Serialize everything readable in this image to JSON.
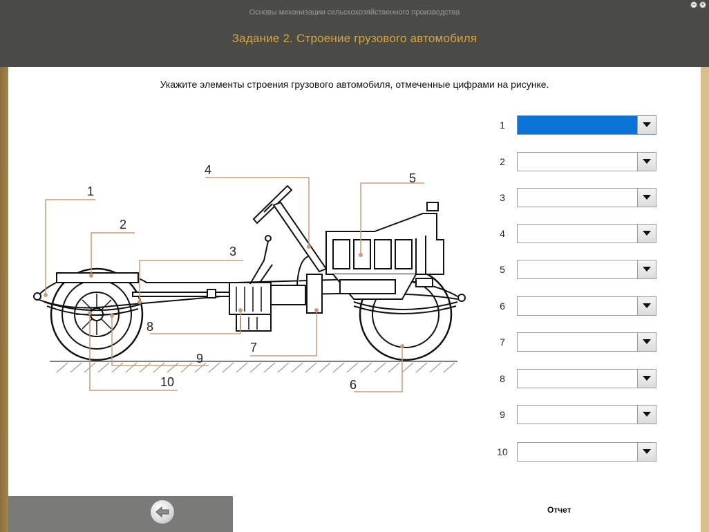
{
  "window": {
    "subtitle": "Основы механизации сельскохозяйственного производства",
    "title": "Задание 2. Строение грузового автомобиля",
    "minimize_icon": "minimize-icon",
    "close_icon": "close-icon"
  },
  "task": {
    "instruction": "Укажите элементы строения грузового автомобиля, отмеченные цифрами на рисунке."
  },
  "diagram": {
    "labels": [
      "1",
      "2",
      "3",
      "4",
      "5",
      "6",
      "7",
      "8",
      "9",
      "10"
    ]
  },
  "answers": [
    {
      "number": "1",
      "selected": "",
      "active": true
    },
    {
      "number": "2",
      "selected": ""
    },
    {
      "number": "3",
      "selected": ""
    },
    {
      "number": "4",
      "selected": ""
    },
    {
      "number": "5",
      "selected": ""
    },
    {
      "number": "6",
      "selected": ""
    },
    {
      "number": "7",
      "selected": ""
    },
    {
      "number": "8",
      "selected": ""
    },
    {
      "number": "9",
      "selected": ""
    },
    {
      "number": "10",
      "selected": ""
    }
  ],
  "footer": {
    "back_icon": "arrow-left-icon",
    "report_label": "Отчет"
  },
  "colors": {
    "header_bg": "#4a4a46",
    "title": "#d6a84a",
    "leader_line": "#c89a7a",
    "active_select": "#0a73d8"
  }
}
